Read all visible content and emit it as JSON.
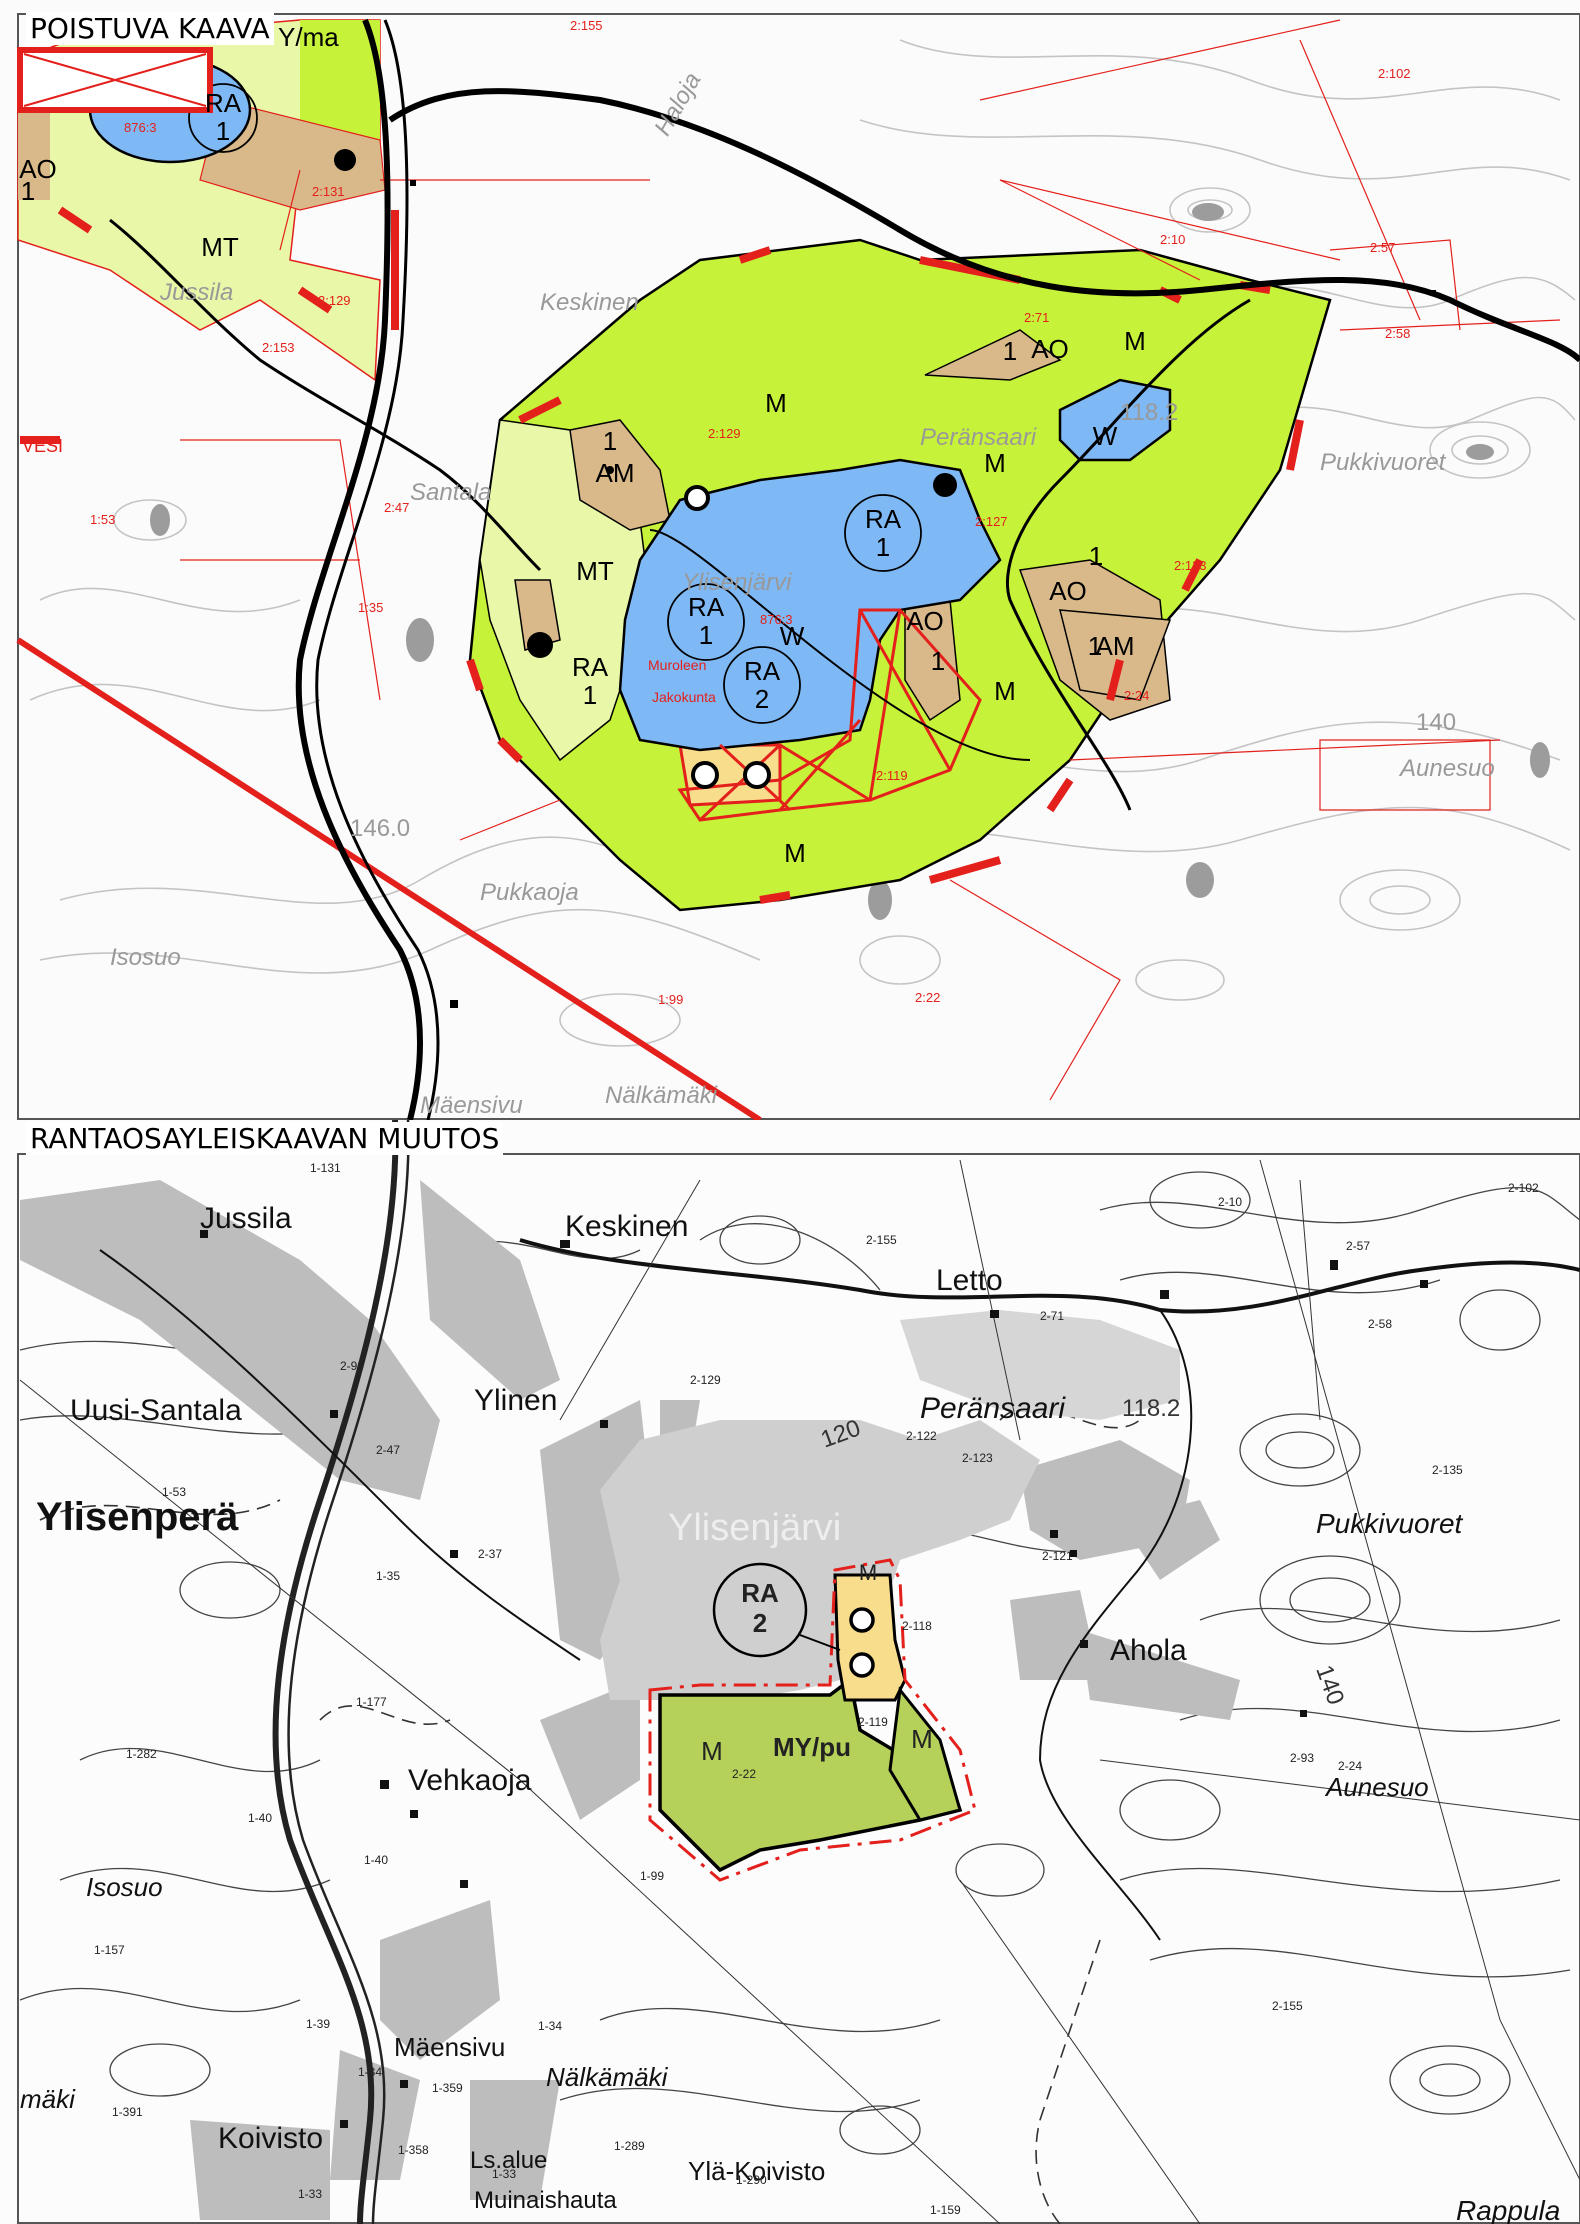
{
  "panels": {
    "old": {
      "title": "POISTUVA KAAVA",
      "zones": [
        {
          "code": "M"
        },
        {
          "code": "M"
        },
        {
          "code": "M"
        },
        {
          "code": "M"
        },
        {
          "code": "M"
        },
        {
          "code": "MT"
        },
        {
          "code": "MT"
        },
        {
          "code": "AM",
          "sub": "1"
        },
        {
          "code": "AM",
          "sub": "1"
        },
        {
          "code": "AO",
          "sub": "1"
        },
        {
          "code": "AO",
          "sub": "1"
        },
        {
          "code": "AO",
          "sub": "1"
        },
        {
          "code": "AO",
          "sub": "1"
        },
        {
          "code": "RA",
          "sub": "1"
        },
        {
          "code": "RA",
          "sub": "1"
        },
        {
          "code": "RA",
          "sub": "1"
        },
        {
          "code": "RA",
          "sub": "1"
        },
        {
          "code": "RA",
          "sub": "2"
        },
        {
          "code": "W"
        },
        {
          "code": "W"
        }
      ],
      "place_names": [
        "Haloja",
        "Keskinen",
        "Santala",
        "Ylisenjärvi",
        "Peränsaari",
        "Pukkivuoret",
        "Aunesuo",
        "Isosuo",
        "Pukkaoja",
        "Nälkämäki",
        "Mäensivu",
        "Jussila",
        "VESI"
      ],
      "red_text": [
        "Muroleen",
        "Jakokunta"
      ],
      "parcel_ids": [
        "2:155",
        "2:102",
        "2:131",
        "2:10",
        "2:57",
        "2:58",
        "2:153",
        "2:129",
        "2:129",
        "2:123",
        "2:24",
        "2:119",
        "2:22",
        "1:99",
        "1:35",
        "1:53",
        "2:47",
        "2:127",
        "2:71",
        "876:3",
        "876:3"
      ],
      "heights": [
        "118.2",
        "146.0",
        "140"
      ],
      "legend": {
        "label": "Y/ma"
      }
    },
    "new": {
      "title": "RANTAOSAYLEISKAAVAN MUUTOS",
      "zones": [
        {
          "code": "RA",
          "sub": "2"
        },
        {
          "code": "M"
        },
        {
          "code": "MY/pu"
        },
        {
          "code": "M"
        },
        {
          "code": "M"
        }
      ],
      "place_names": [
        "Jussila",
        "Keskinen",
        "Letto",
        "Uusi-Santala",
        "Ylinen",
        "Peränsaari",
        "Ylisenperä",
        "Ylisenjärvi",
        "Pukkivuoret",
        "Ahola",
        "Vehkaoja",
        "Aunesuo",
        "Isosuo",
        "Mäensivu",
        "Nälkämäki",
        "Koivisto",
        "Ylä-Koivisto",
        "Ls.alue",
        "Muinaishauta",
        "Rappula",
        "mäki"
      ],
      "parcel_ids": [
        "2-155",
        "2-10",
        "2-102",
        "2-57",
        "2-58",
        "2-71",
        "2-129",
        "2-122",
        "2-123",
        "1-53",
        "2-99",
        "2-47",
        "2-37",
        "1-35",
        "2-121",
        "2-118",
        "2-119",
        "2-22",
        "2-135",
        "1-177",
        "1-282",
        "1-40",
        "1-40",
        "2-93",
        "2-24",
        "1-99",
        "1-157",
        "1-34",
        "1-39",
        "1-34",
        "1-359",
        "1-391",
        "1-289",
        "1-290",
        "1-358",
        "1-33",
        "1-33",
        "1-159",
        "2-155",
        "1-131"
      ],
      "heights": [
        "120",
        "118.2",
        "140"
      ]
    }
  },
  "colors": {
    "forest_green": "#c7f23a",
    "light_green": "#e8f8a8",
    "residential_tan": "#d9b98a",
    "water_blue": "#7fb9f5",
    "red": "#e3201b",
    "yellow": "#f7dd8c",
    "my_green": "#b5d15a",
    "grey_area": "#bdbdbd",
    "lake_grey": "#cfcfcf"
  }
}
